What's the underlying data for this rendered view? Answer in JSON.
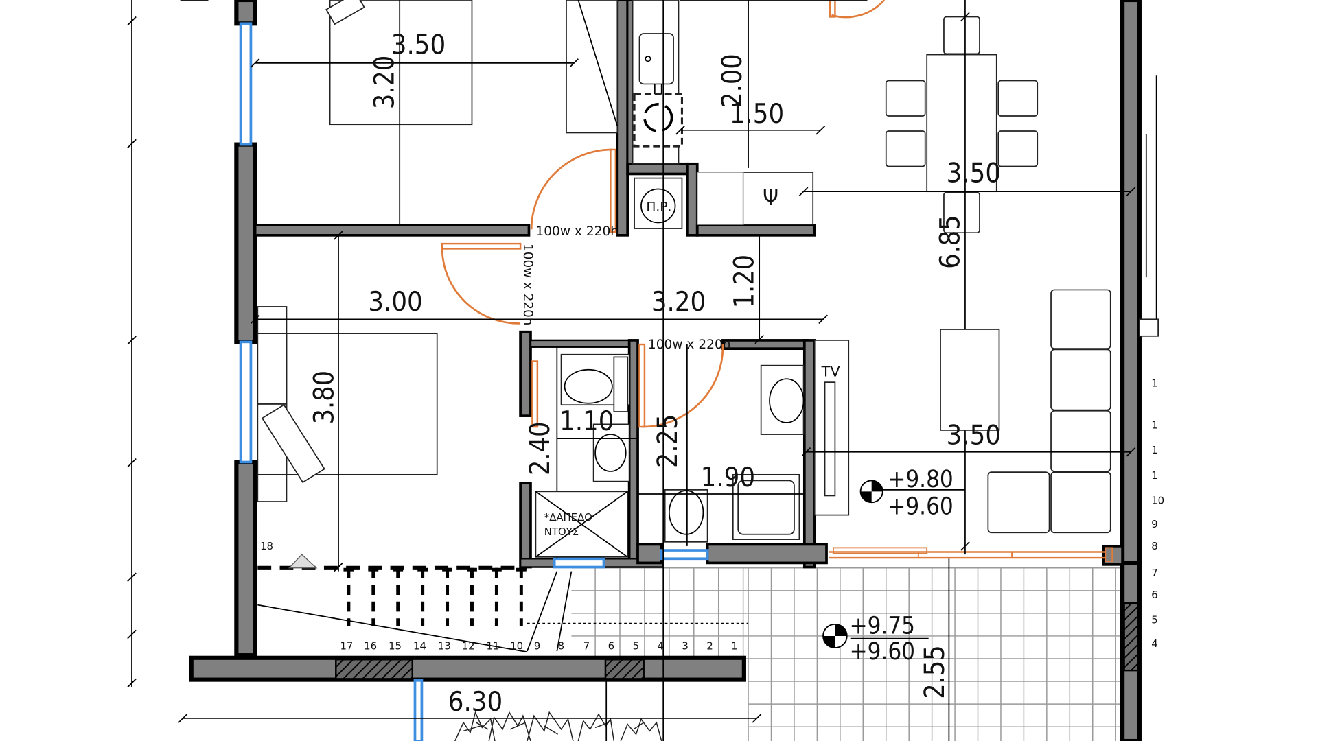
{
  "dimensions": {
    "bedroom1_w": "3.50",
    "bedroom1_h": "3.20",
    "kitchen_h": "2.00",
    "kitchen_w": "1.50",
    "dining_w": "3.50",
    "living_h": "6.85",
    "bedroom2_w": "3.00",
    "corridor_w": "3.20",
    "corridor_h": "1.20",
    "bedroom2_h": "3.80",
    "wc_w": "1.10",
    "wc_h": "2.40",
    "bath_h": "2.25",
    "bath_w": "1.90",
    "living_w": "3.50",
    "veranda_h": "2.55",
    "balcony_w": "6.30"
  },
  "doors": {
    "d1": "100w x 220h",
    "d2": "100w x 220h",
    "d3": "100w x 220h"
  },
  "labels": {
    "psi": "Ψ",
    "pr": "Π.Ρ.",
    "tv": "TV",
    "shower1": "*ΔΑΠΕΔΟ",
    "shower2": "ΝΤΟΥΣ",
    "n18": "18"
  },
  "levels": {
    "living_a": "+9.80",
    "living_b": "+9.60",
    "veranda_a": "+9.75",
    "veranda_b": "+9.60"
  },
  "stairs": [
    "17",
    "16",
    "15",
    "14",
    "13",
    "12",
    "11",
    "10",
    "9",
    "8",
    "7",
    "6",
    "5",
    "4",
    "3",
    "2",
    "1"
  ],
  "right_stairs": [
    "1",
    "1",
    "1",
    "1",
    "10",
    "9",
    "8",
    "7",
    "6",
    "5",
    "4"
  ],
  "colors": {
    "wall": "#808080",
    "door": "#e07b39",
    "window": "#3d8ee0"
  }
}
